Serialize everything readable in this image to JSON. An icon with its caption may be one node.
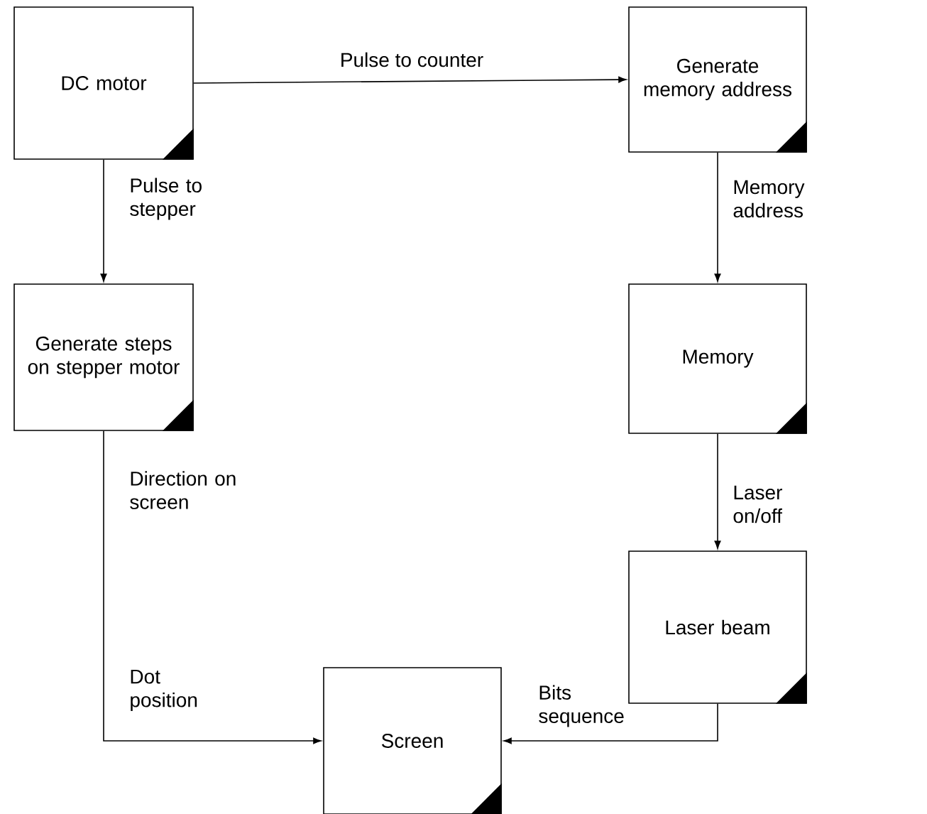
{
  "diagram": {
    "nodes": [
      {
        "text": [
          "DC motor"
        ]
      },
      {
        "text": [
          "Generate memory address"
        ]
      },
      {
        "text": [
          "Generate steps on stepper motor"
        ]
      },
      {
        "text": [
          "Memory"
        ]
      },
      {
        "text": [
          "Laser beam"
        ]
      },
      {
        "text": [
          "Screen"
        ]
      }
    ],
    "edges": [
      {
        "from": 0,
        "to": 1,
        "arrow": "to",
        "label": "Pulse to counter"
      },
      {
        "from": 0,
        "to": 2,
        "arrow": "to",
        "label": "Pulse to stepper"
      },
      {
        "from": 1,
        "to": 3,
        "arrow": "to",
        "label": "Memory address"
      },
      {
        "from": 3,
        "to": 4,
        "arrow": "to",
        "label": "Laser on/off"
      },
      {
        "from": 2,
        "to": 5,
        "arrow": "to",
        "label": "Dot position"
      },
      {
        "from": 4,
        "to": 5,
        "arrow": "to",
        "label": "Bits sequence"
      }
    ],
    "labels": [
      "Direction on screen"
    ]
  }
}
